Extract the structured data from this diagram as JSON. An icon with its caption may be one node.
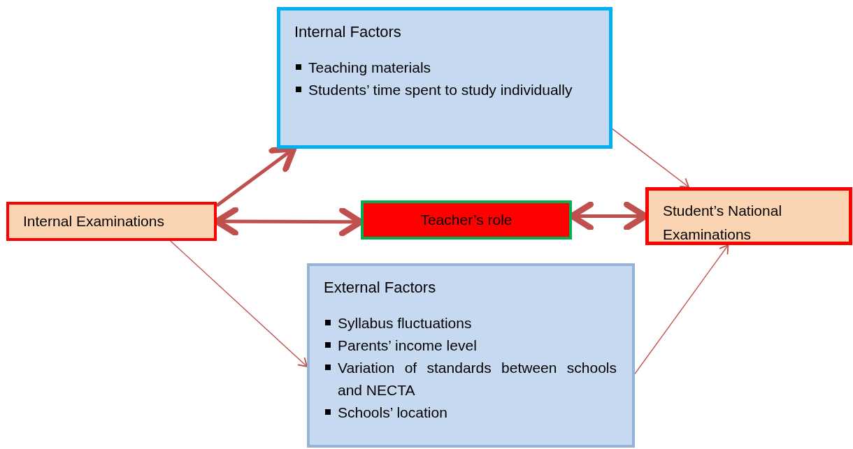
{
  "diagram": {
    "nodes": [
      {
        "text": [
          "Internal Factors",
          "Teaching materials",
          "Students’ time spent to study individually"
        ]
      },
      {
        "text": [
          "Internal Examinations"
        ]
      },
      {
        "text": [
          "Teacher’s role"
        ]
      },
      {
        "text": [
          "Student’s National Examinations"
        ]
      },
      {
        "text": [
          "External Factors",
          "Syllabus fluctuations",
          "Parents’ income level",
          "Variation of standards between schools and NECTA",
          "Schools’ location"
        ]
      }
    ],
    "edges": [
      {
        "from": 1,
        "to": 0,
        "arrow": "to",
        "style": "thick"
      },
      {
        "from": 1,
        "to": 2,
        "arrow": "both",
        "style": "thick"
      },
      {
        "from": 2,
        "to": 3,
        "arrow": "both",
        "style": "thick"
      },
      {
        "from": 0,
        "to": 3,
        "arrow": "to"
      },
      {
        "from": 1,
        "to": 4,
        "arrow": "to"
      },
      {
        "from": 4,
        "to": 3,
        "arrow": "to"
      }
    ]
  }
}
